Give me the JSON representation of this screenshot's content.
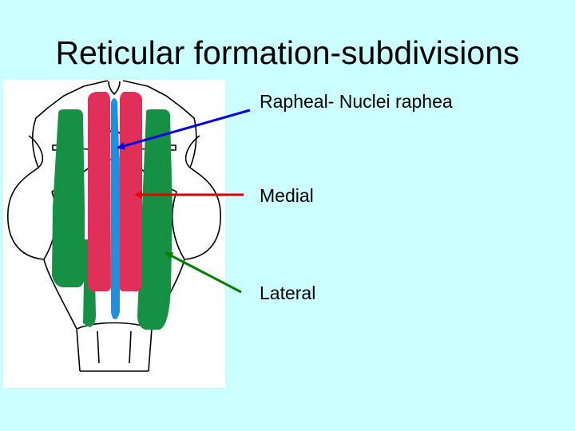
{
  "slide": {
    "title": "Reticular formation-subdivisions",
    "background_color": "#ccffff"
  },
  "diagram": {
    "subject": "brainstem-dorsal-view",
    "colors": {
      "raphe": "#1e90e0",
      "medial": "#e0305a",
      "lateral": "#169045",
      "outline": "#000000",
      "image_background": "#ffffff"
    },
    "labels": [
      {
        "id": "raphe",
        "text": "Rapheal- Nuclei raphea",
        "arrow_color": "#0000e0"
      },
      {
        "id": "medial",
        "text": "Medial",
        "arrow_color": "#e00000"
      },
      {
        "id": "lateral",
        "text": "Lateral",
        "arrow_color": "#008000"
      }
    ]
  }
}
